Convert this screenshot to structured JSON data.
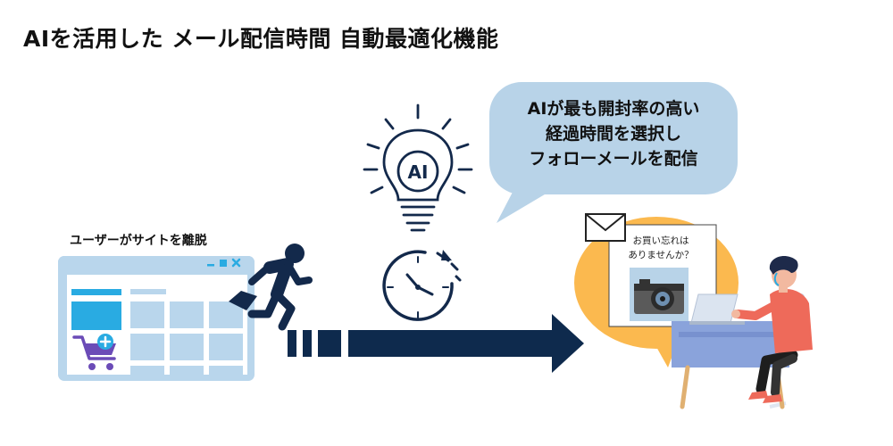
{
  "title": "AIを活用した メール配信時間 自動最適化機能",
  "site_leave_label": "ユーザーがサイトを離脱",
  "ai_badge": "AI",
  "speech_bubble": {
    "lines": [
      "AIが最も開封率の高い",
      "経過時間を選択し",
      "フォローメールを配信"
    ]
  },
  "email_preview": {
    "lines": [
      "お買い忘れは",
      "ありませんか？"
    ]
  },
  "colors": {
    "navy": "#13294b",
    "arrow": "#0e2a4d",
    "bubble": "#b8d3e8",
    "window": "#b9d6ec",
    "accent_blue": "#29abe2",
    "orange": "#fbb94f",
    "desk": "#8aa3db",
    "shirt": "#ee6a5a"
  },
  "icons": [
    "running-person-icon",
    "lightbulb-icon",
    "stopwatch-icon",
    "envelope-icon",
    "camera-icon",
    "shopping-cart-icon",
    "laptop-icon"
  ]
}
